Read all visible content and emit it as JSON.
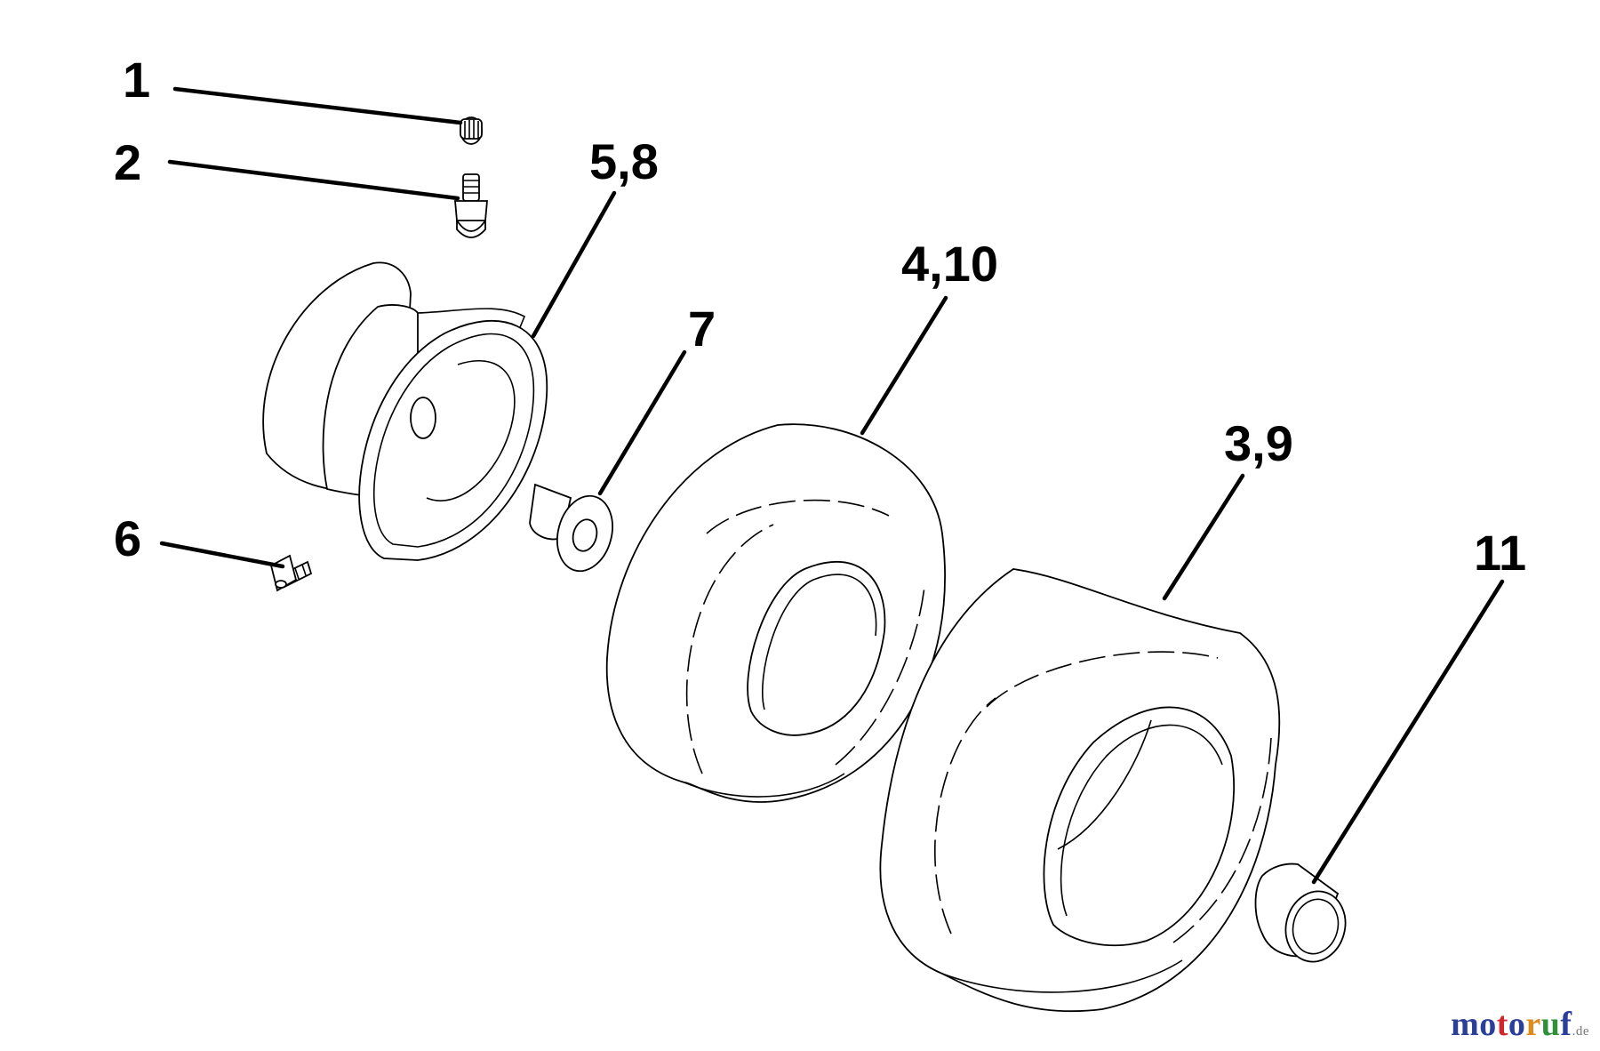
{
  "callouts": {
    "c1": "1",
    "c2": "2",
    "c58": "5,8",
    "c7": "7",
    "c410": "4,10",
    "c39": "3,9",
    "c6": "6",
    "c11": "11"
  },
  "watermark": {
    "letters": [
      "m",
      "o",
      "t",
      "o",
      "r",
      "u",
      "f"
    ],
    "letter_colors": [
      "#2b3f9a",
      "#2b3f9a",
      "#d0262d",
      "#2b3f9a",
      "#e08a1e",
      "#2f8f3a",
      "#2b3f9a"
    ],
    "tld": ".de"
  }
}
